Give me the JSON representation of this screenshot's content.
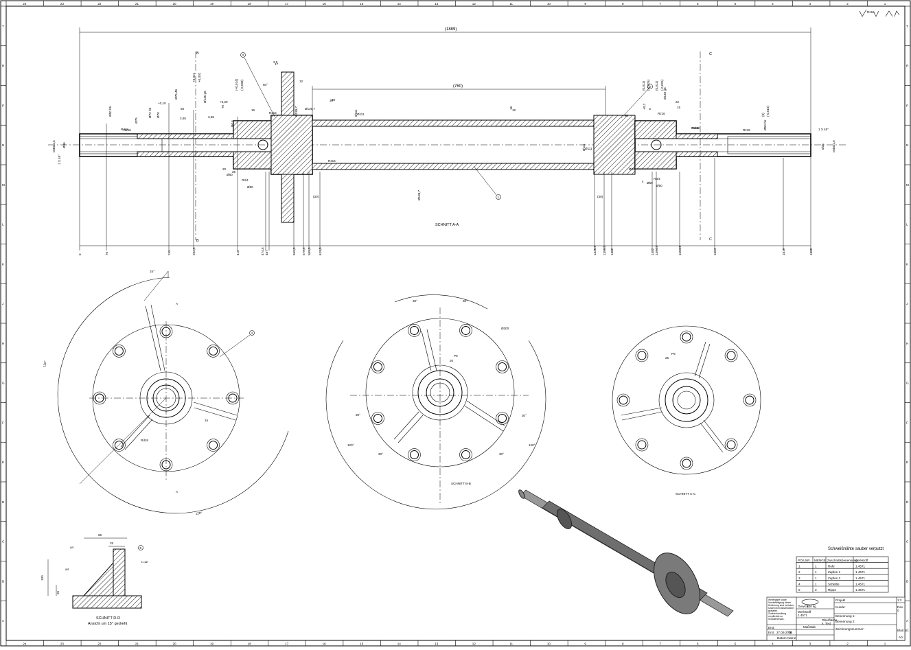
{
  "border": {
    "columns": [
      "24",
      "23",
      "22",
      "21",
      "20",
      "19",
      "18",
      "17",
      "16",
      "15",
      "14",
      "13",
      "12",
      "11",
      "10",
      "9",
      "8",
      "7",
      "6",
      "5",
      "4",
      "3",
      "2",
      "1"
    ],
    "rows": [
      "T",
      "R",
      "P",
      "N",
      "M",
      "L",
      "K",
      "J",
      "H",
      "G",
      "F",
      "E",
      "D",
      "C",
      "B",
      "A"
    ]
  },
  "main_view": {
    "section_label": "SCHNITT A-A",
    "overall_length": "(1889)",
    "tube_length": "(760)",
    "stations": [
      "0",
      "70",
      "235",
      "292,5",
      "410",
      "474,5",
      "487",
      "559,5",
      "579,5",
      "589,5",
      "629,5",
      "1326,5",
      "1359,5",
      "1382",
      "1482",
      "1494,5",
      "1554,5",
      "1654",
      "1819",
      "1889"
    ],
    "left_labels": [
      "M48x1,5",
      "Ø36",
      "1 X 45°",
      "Ø50 h6",
      "Ø75",
      "Ø72 h6",
      "Ø70",
      "Ø75,46",
      "Ø145 g6",
      "Ø139,7",
      "Ø111",
      "Rd18",
      "Ø50",
      "R3/4",
      "Ø60",
      "60°",
      "+0,1",
      "0",
      "56",
      "2,65",
      "3,65",
      "+0,2",
      "0",
      "75",
      "+0,021",
      "+0,002",
      "(+0,014)",
      "(-0,039)",
      "(0,011)",
      "(-0,025)",
      "R0,4",
      "20",
      "25",
      "17",
      "3,5",
      "15",
      "12"
    ],
    "right_labels": [
      "Ø139,7",
      "Ø111",
      "16",
      "30",
      "(30)",
      "90",
      "Ø60",
      "Ø50",
      "R3/4",
      "Ø50",
      "Ø140 g6",
      "Ø50 h6",
      "Rd18",
      "22",
      "15",
      "4",
      "1 X 45°",
      "M48x1,5",
      "Ø36",
      "+0,2",
      "0",
      "(0,011)",
      "(-0,025)",
      "(0)",
      "(-0,016)"
    ],
    "mid_labels": [
      "30",
      "(30)",
      "16",
      "Ø139,7",
      "Ø111",
      "Ø111"
    ],
    "section_marks": [
      "B",
      "B",
      "C",
      "C"
    ],
    "balloons": [
      "1",
      "2",
      "3"
    ]
  },
  "view_dd": {
    "angle_a": "15°",
    "angle_b": "120°",
    "angle_c": "120°",
    "width": "15",
    "section_mark": "A",
    "balloon": "4",
    "thread": "Rd18"
  },
  "view_bb": {
    "label": "SCHNITT B-B",
    "angles": [
      "30°",
      "30°",
      "30°",
      "30°",
      "30°",
      "30°",
      "120°",
      "120°"
    ],
    "p9": "P9",
    "width": "20",
    "dia": "Ø300"
  },
  "view_cc": {
    "label": "SCHNITT C-C",
    "p9": "P9",
    "width": "25"
  },
  "weld_detail": {
    "label": "SCHNITT D-D",
    "sub_label": "Ansicht um 15° gedreht",
    "dims": [
      "65",
      "25",
      "100",
      "25"
    ],
    "welds": [
      "a4",
      "a4",
      "t=12"
    ],
    "balloon": "5"
  },
  "bom": {
    "title": "Schweißnähte sauber verputzt",
    "headers": [
      "POS.NR.",
      "MENGE",
      "Zuschnittsbenennung",
      "Werkstoff"
    ],
    "rows": [
      [
        "1",
        "1",
        "Rohr",
        "1.4571"
      ],
      [
        "2",
        "1",
        "Zapfen 1",
        "1.4571"
      ],
      [
        "3",
        "1",
        "Zapfen 2",
        "1.4571"
      ],
      [
        "4",
        "1",
        "Scheibe",
        "1.4571"
      ],
      [
        "5",
        "3",
        "Rippe",
        "1.4571"
      ]
    ]
  },
  "surface_symbol": "Rz16",
  "title_block": {
    "note": "Weitergabe sowie Vervielfältigung dieser Zeichnung sind verboten, soweit nicht ausdrücklich gestattet. Zuwiderhandlung verpflichtet zu Schadenersatz.",
    "projekt_label": "Projekt",
    "kunde_label": "Kunde:",
    "gewicht_label": "Gewicht:",
    "gewicht_value": "120 kg",
    "werkstoff_label": "Werkstoff",
    "werkstoff_value": "1.4571",
    "benennung1": "Benennung 1:",
    "benennung2": "Benennung 2:",
    "oberflaeche_label": "Oberfläche",
    "oberflaeche_value": "s. Text",
    "zeichnungsnummer": "Zeichnungsnummer:",
    "massstab": "Maßstab",
    "massstab_value": "1:2",
    "rev_label": "Rev.",
    "rev_value": "0",
    "blatt": "Blatt 1/1",
    "format": "A0",
    "erst_label": "Erst.",
    "date": "27.09.2006",
    "name": "TB",
    "datum_label": "Datum",
    "name_label": "Name",
    "color_accent": "#000000"
  }
}
